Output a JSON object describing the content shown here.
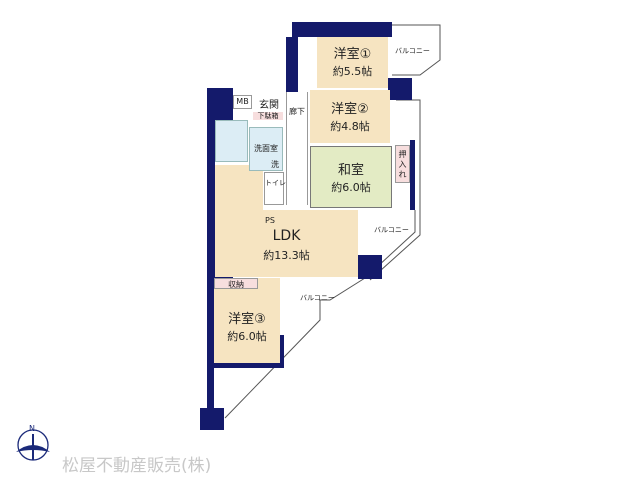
{
  "rooms": {
    "western1": {
      "name": "洋室①",
      "size": "約5.5帖"
    },
    "western2": {
      "name": "洋室②",
      "size": "約4.8帖"
    },
    "washitsu": {
      "name": "和室",
      "size": "約6.0帖"
    },
    "ldk": {
      "name": "LDK",
      "size": "約13.3帖"
    },
    "western3": {
      "name": "洋室③",
      "size": "約6.0帖"
    }
  },
  "labels": {
    "mb": "MB",
    "genkan": "玄関",
    "getabako": "下駄箱",
    "roka": "廊下",
    "senmen": "洗面室",
    "sen": "洗",
    "toilet": "トイレ",
    "ps": "PS",
    "oshiire": "押入れ",
    "shuno": "収納",
    "balcony1": "バルコニー",
    "balcony2": "バルコニー",
    "balcony3": "バルコニー"
  },
  "compass": {
    "north": "N"
  },
  "company": "松屋不動産販売(株)",
  "colors": {
    "wall": "#141a6b",
    "room": "#f6e4c1",
    "washitsu": "#e3ebc4",
    "storage": "#f7dede"
  }
}
